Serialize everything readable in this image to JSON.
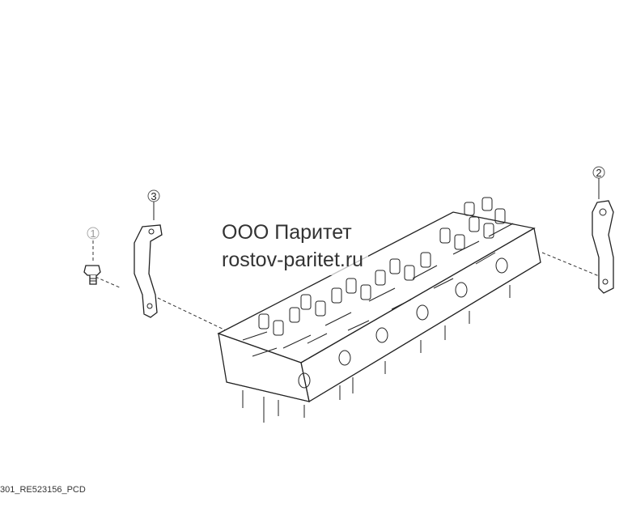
{
  "diagram": {
    "callouts": [
      {
        "id": "1",
        "part": "bolt"
      },
      {
        "id": "2",
        "part": "lifting-bracket-rear"
      },
      {
        "id": "3",
        "part": "lifting-bracket-front"
      }
    ],
    "watermark": {
      "line1": "ООО Паритет",
      "line2": "rostov-paritet.ru"
    },
    "footer_id": "301_RE523156_PCD"
  }
}
